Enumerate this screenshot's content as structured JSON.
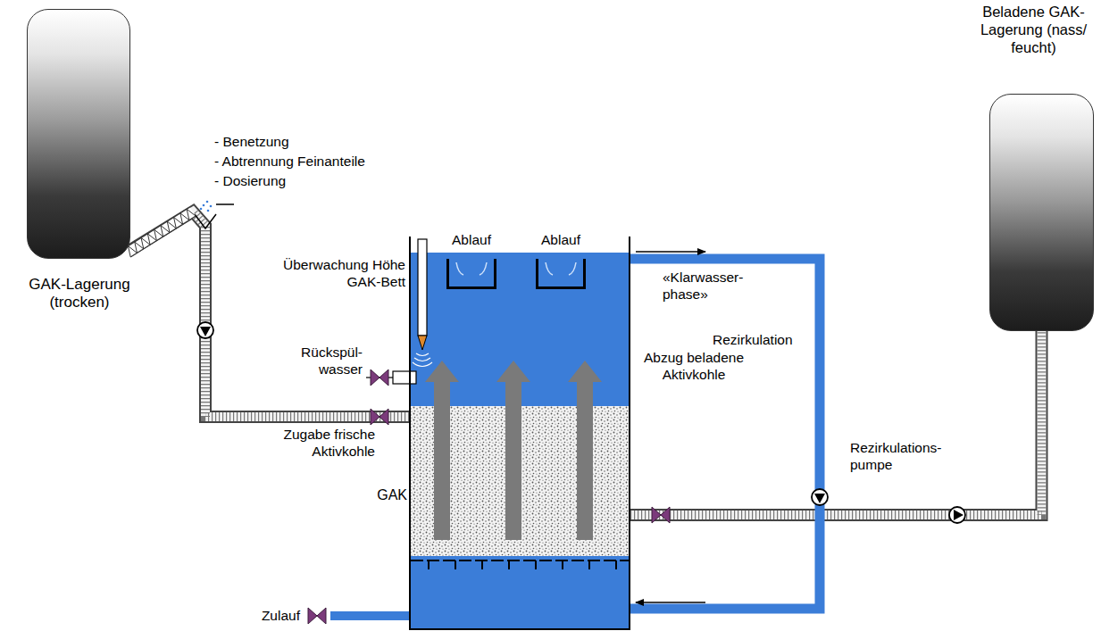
{
  "diagram": {
    "nodes": [
      {
        "text": [
          "GAK-Lagerung (trocken)"
        ]
      },
      {
        "text": [
          "GAK"
        ]
      },
      {
        "text": [
          "Ablauf"
        ],
        "in": 1
      },
      {
        "text": [
          "Ablauf"
        ],
        "in": 1
      },
      {
        "text": [
          "Beladene GAK-Lagerung (nass/ feucht)"
        ]
      }
    ],
    "edges": [
      {
        "from": 0,
        "to": 1,
        "arrow": "none"
      },
      {
        "from": 1,
        "to": 4,
        "arrow": "none"
      }
    ],
    "labels": [
      "- Benetzung",
      "- Abtrennung Feinanteile",
      "- Dosierung",
      "Überwachung Höhe GAK-Bett",
      "Rückspül- wasser",
      "Zugabe frische Aktivkohle",
      "Zulauf",
      "«Klarwasser- phase»",
      "Rezirkulation",
      "Abzug beladene Aktivkohle",
      "Rezirkulations- pumpe"
    ]
  }
}
